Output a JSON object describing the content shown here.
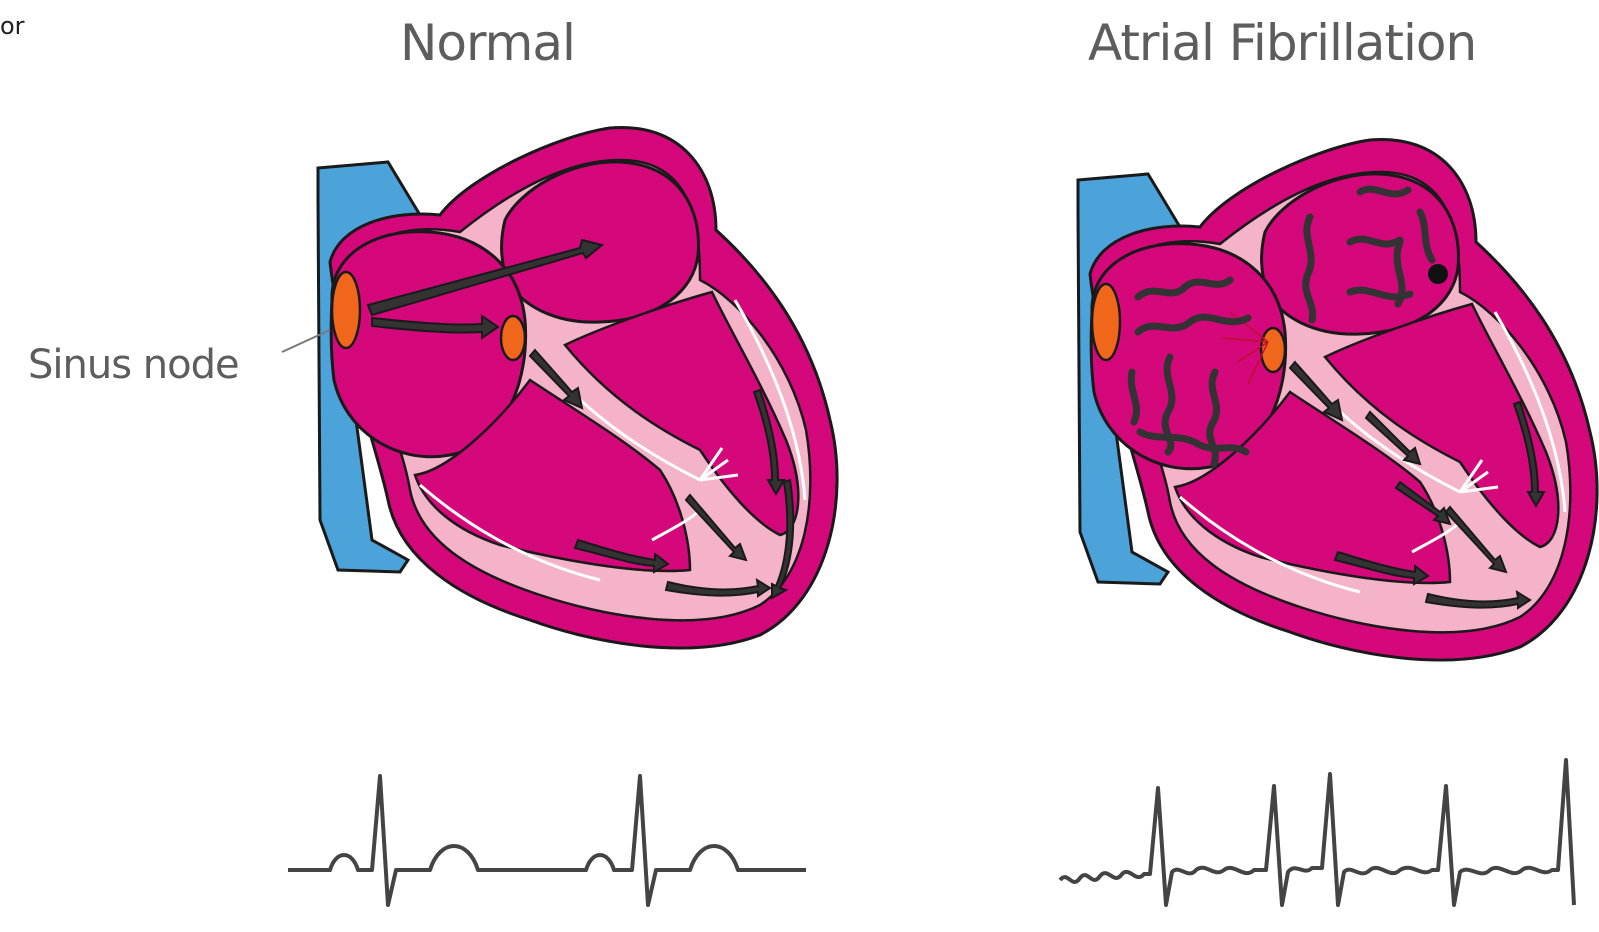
{
  "corner_text": "or",
  "panels": {
    "normal": {
      "title": "Normal"
    },
    "afib": {
      "title": "Atrial Fibrillation"
    }
  },
  "labels": {
    "sinus_node": "Sinus node"
  },
  "colors": {
    "heart_wall": "#d4087a",
    "heart_inner": "#f5b3c9",
    "vessel": "#4ba3d9",
    "node": "#f0661a",
    "outline": "#1a1a1a",
    "arrow": "#333333",
    "ecg_line": "#444444",
    "title_text": "#5d5d5d"
  }
}
